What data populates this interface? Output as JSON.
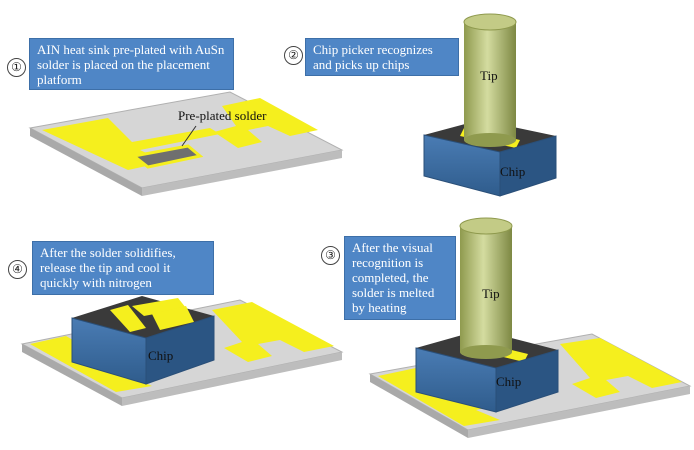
{
  "steps": [
    {
      "number": "①",
      "text": "AIN heat sink pre-plated with AuSn solder is placed on the placement platform"
    },
    {
      "number": "②",
      "text": "Chip picker recognizes and picks up chips"
    },
    {
      "number": "③",
      "text": "After the visual recognition is completed, the solder is melted by heating"
    },
    {
      "number": "④",
      "text": "After the solder solidifies, release the tip and cool it quickly with nitrogen"
    }
  ],
  "labels": {
    "pre_plated_solder": "Pre-plated solder",
    "tip": "Tip",
    "chip": "Chip"
  },
  "colors": {
    "callout": "#4f86c6",
    "solder_pad": "#f5ef1e",
    "chip": "#3f6fa3",
    "tip": "#b8c07a",
    "platform": "#d9d9d9"
  }
}
